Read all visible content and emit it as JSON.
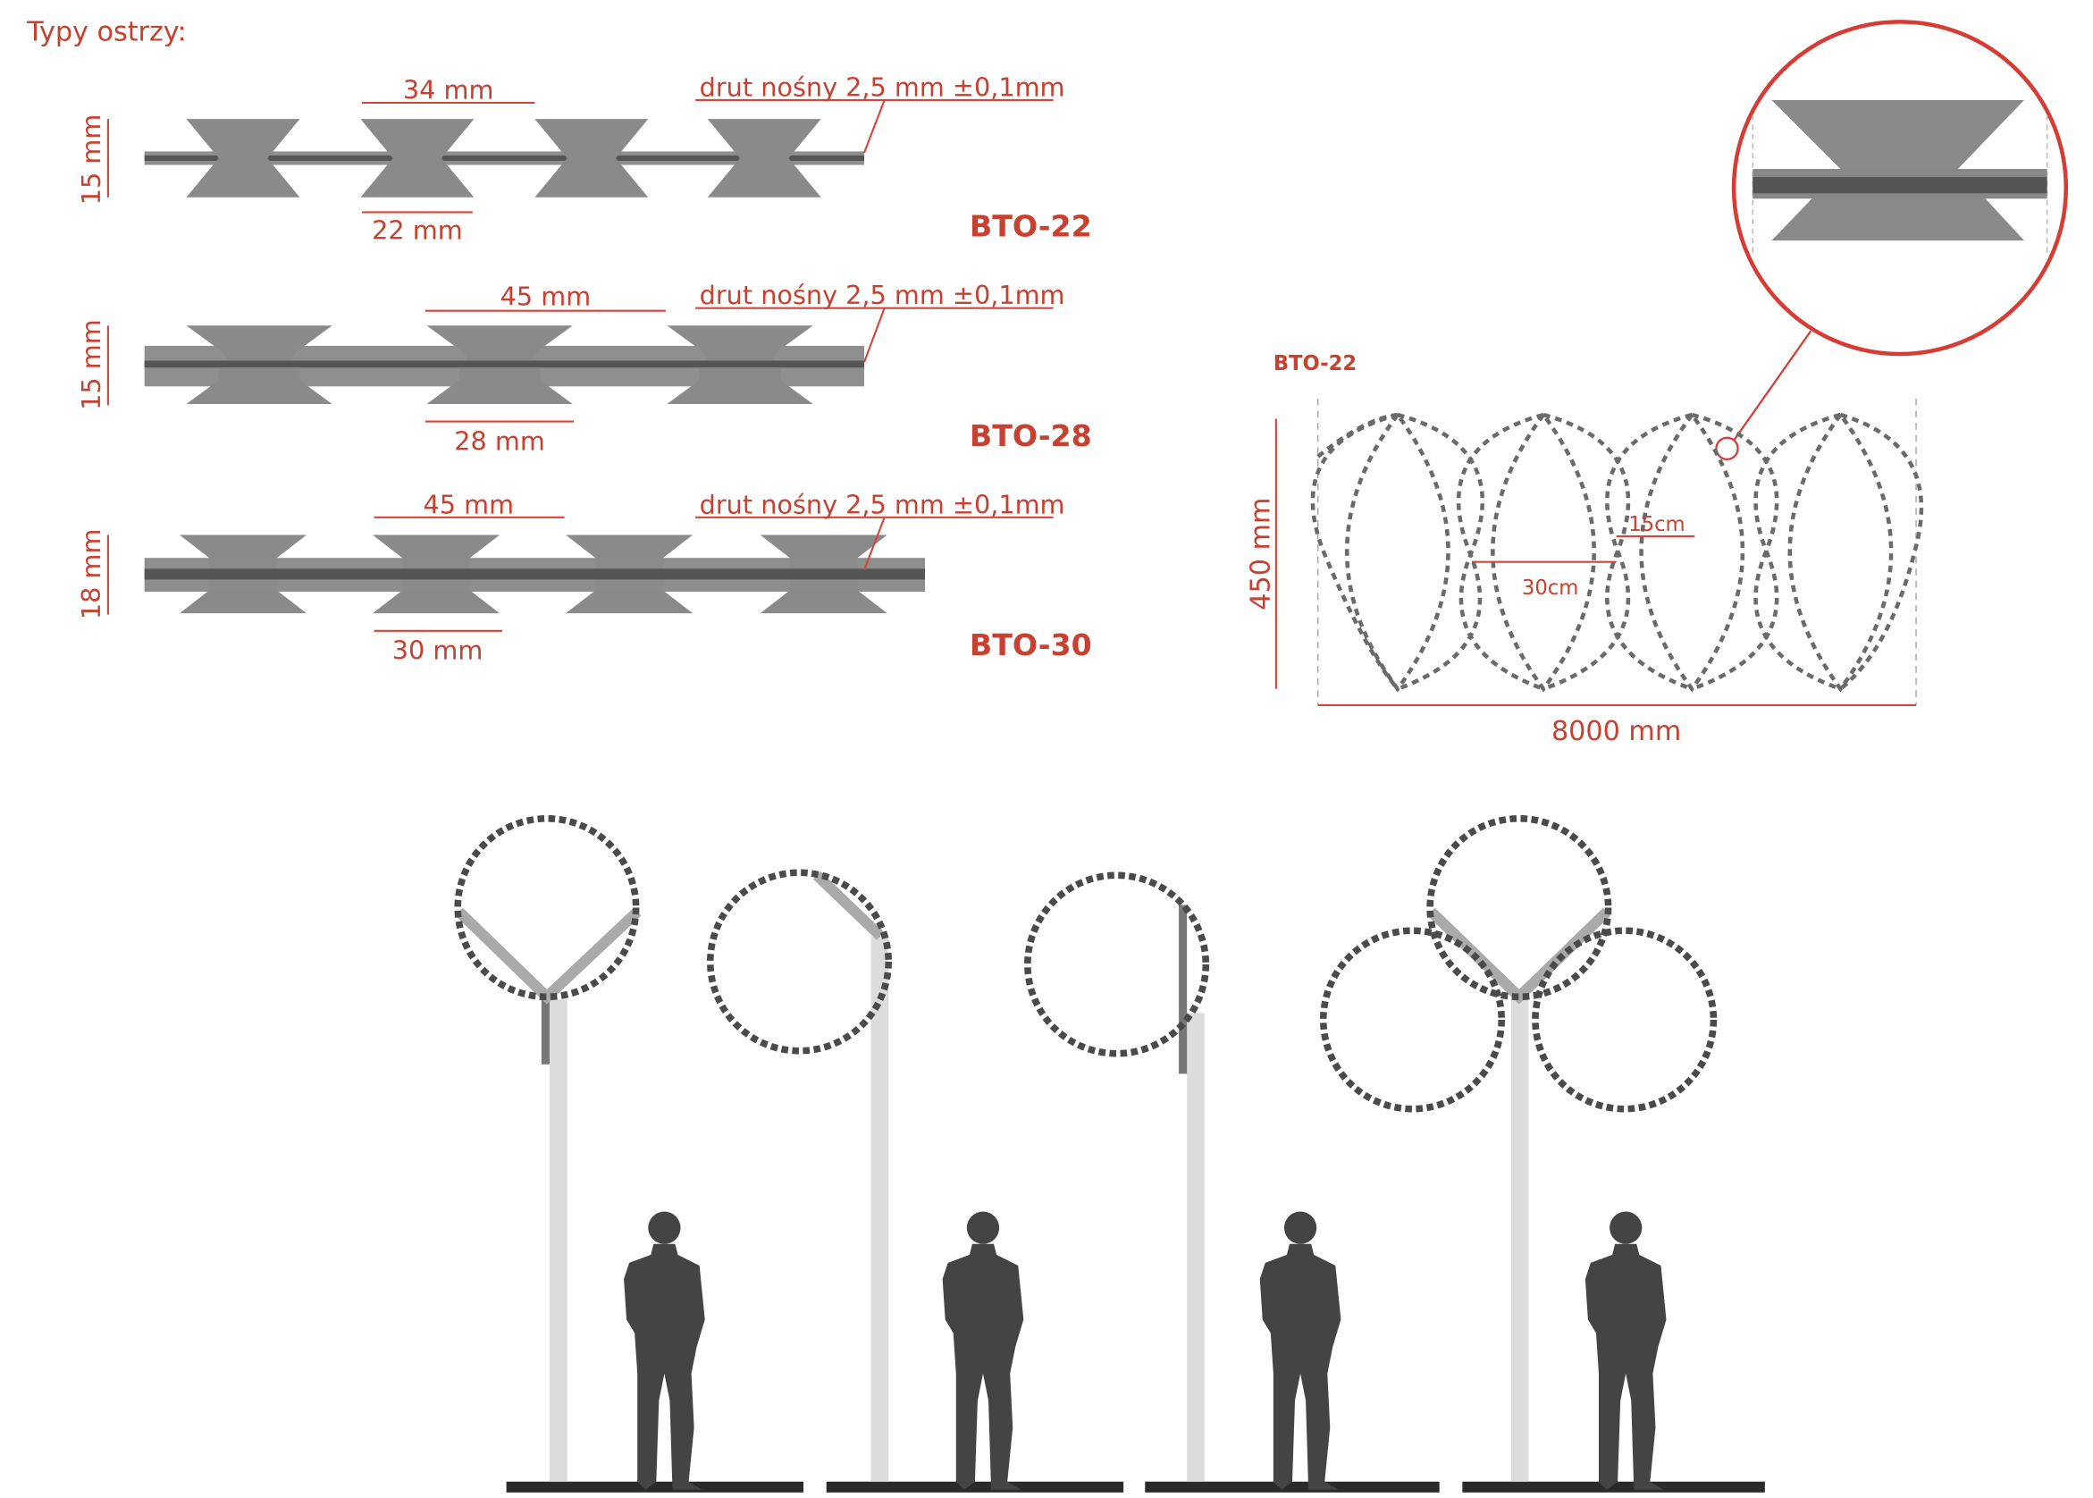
{
  "title": "Typy ostrzy:",
  "blade_types": [
    {
      "name": "BTO-22",
      "height": "15 mm",
      "top_dim": "34 mm",
      "bottom_dim": "22 mm",
      "wire": "drut nośny 2,5 mm ±0,1mm"
    },
    {
      "name": "BTO-28",
      "height": "15 mm",
      "top_dim": "45 mm",
      "bottom_dim": "28 mm",
      "wire": "drut nośny 2,5 mm ±0,1mm"
    },
    {
      "name": "BTO-30",
      "height": "18 mm",
      "top_dim": "45 mm",
      "bottom_dim": "30 mm",
      "wire": "drut nośny 2,5 mm ±0,1mm"
    }
  ],
  "coil_diagram": {
    "label": "BTO-22",
    "height": "450 mm",
    "length": "8000 mm",
    "spacing_large": "30cm",
    "spacing_small": "15cm"
  },
  "colors": {
    "accent": "#c8402f",
    "blade": "#8a8a8a",
    "wire": "#555555"
  }
}
